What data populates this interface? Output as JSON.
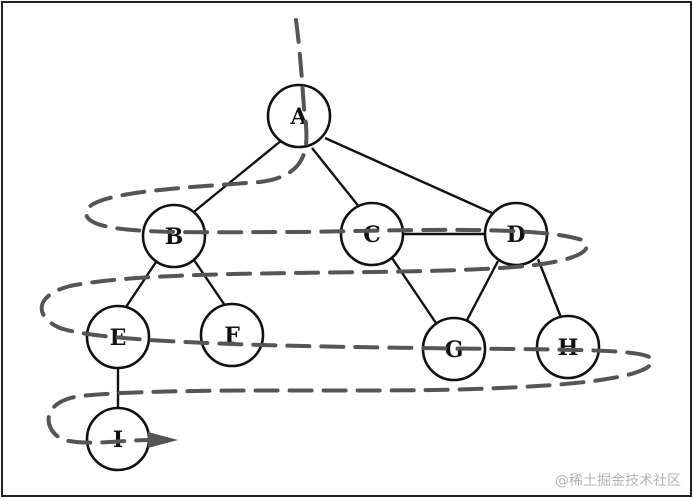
{
  "diagram": {
    "type": "tree-traversal",
    "nodes": [
      {
        "id": "A",
        "label": "A"
      },
      {
        "id": "B",
        "label": "B"
      },
      {
        "id": "C",
        "label": "C"
      },
      {
        "id": "D",
        "label": "D"
      },
      {
        "id": "E",
        "label": "E"
      },
      {
        "id": "F",
        "label": "F"
      },
      {
        "id": "G",
        "label": "G"
      },
      {
        "id": "H",
        "label": "H"
      },
      {
        "id": "I",
        "label": "I"
      }
    ],
    "edges": [
      [
        "A",
        "B"
      ],
      [
        "A",
        "C"
      ],
      [
        "A",
        "D"
      ],
      [
        "B",
        "E"
      ],
      [
        "B",
        "F"
      ],
      [
        "C",
        "D"
      ],
      [
        "C",
        "G"
      ],
      [
        "D",
        "G"
      ],
      [
        "D",
        "H"
      ],
      [
        "E",
        "I"
      ]
    ],
    "traversal_order": [
      "A",
      "B",
      "C",
      "D",
      "E",
      "F",
      "G",
      "H",
      "I"
    ],
    "colors": {
      "node_stroke": "#111111",
      "dash_stroke": "#555555"
    }
  },
  "watermark": {
    "text": "@稀土掘金技术社区"
  }
}
